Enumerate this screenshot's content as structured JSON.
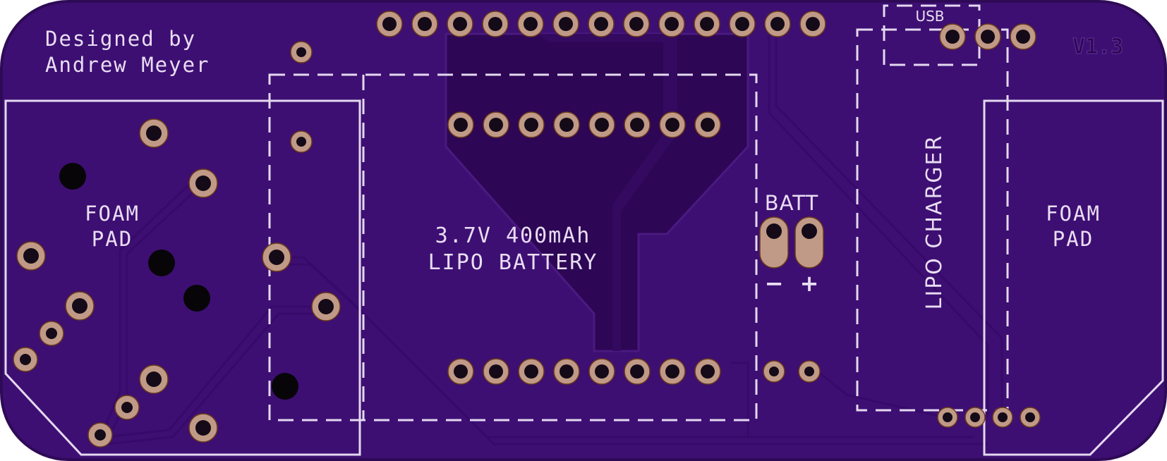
{
  "pcb": {
    "author_line1": "Designed by",
    "author_line2": "Andrew Meyer",
    "version": "V1.3",
    "usb_label": "USB",
    "foam_left_l1": "FOAM",
    "foam_left_l2": "PAD",
    "foam_right_l1": "FOAM",
    "foam_right_l2": "PAD",
    "battery_l1": "3.7V 400mAh",
    "battery_l2": "LIPO BATTERY",
    "batt_label": "BATT",
    "batt_minus": "−",
    "batt_plus": "+",
    "charger_label": "LIPO CHARGER",
    "colors": {
      "board": "#3d0f72",
      "board_edge": "#2e0a57",
      "pour": "#2d0655",
      "silkscreen": "#e4d8f0",
      "pad": "#c09a86",
      "hole": "#140a18"
    }
  }
}
